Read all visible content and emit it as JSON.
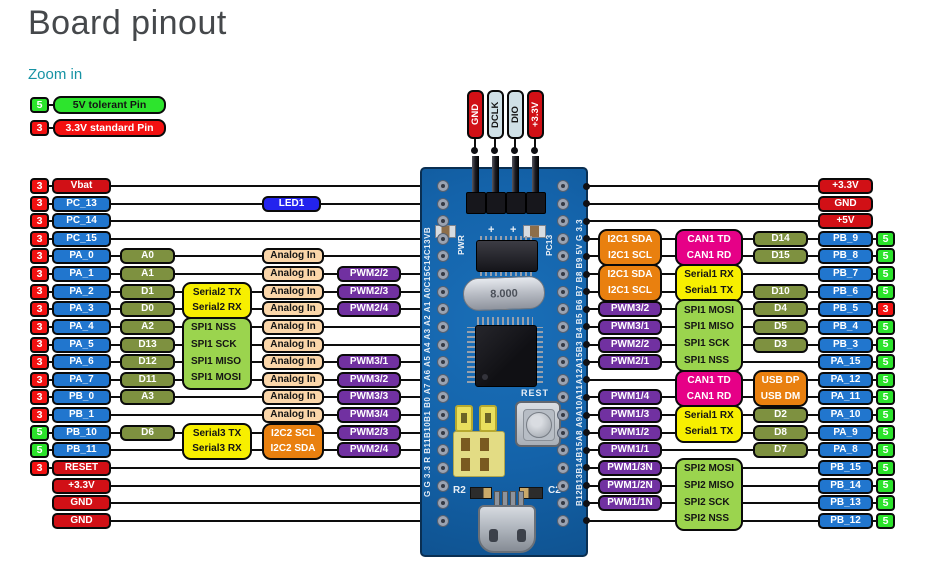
{
  "header": {
    "title": "Board pinout",
    "zoom_link": "Zoom in"
  },
  "legend": [
    {
      "badge": "5",
      "label": "5V tolerant Pin",
      "style": "lgreen",
      "badge_style": "badge-5"
    },
    {
      "badge": "3",
      "label": "3.3V standard Pin",
      "style": "red-bright",
      "badge_style": "badge-3"
    }
  ],
  "top_pins": [
    {
      "label": "GND",
      "style": "red"
    },
    {
      "label": "DCLK",
      "style": "pale"
    },
    {
      "label": "DIO",
      "style": "pale"
    },
    {
      "label": "+3.3V",
      "style": "red"
    }
  ],
  "left_rows": [
    {
      "badge": "3",
      "pin": "Vbat",
      "color": "red"
    },
    {
      "badge": "3",
      "pin": "PC_13",
      "color": "blue"
    },
    {
      "badge": "3",
      "pin": "PC_14",
      "color": "blue"
    },
    {
      "badge": "3",
      "pin": "PC_15",
      "color": "blue"
    },
    {
      "badge": "3",
      "pin": "PA_0",
      "color": "blue"
    },
    {
      "badge": "3",
      "pin": "PA_1",
      "color": "blue"
    },
    {
      "badge": "3",
      "pin": "PA_2",
      "color": "blue"
    },
    {
      "badge": "3",
      "pin": "PA_3",
      "color": "blue"
    },
    {
      "badge": "3",
      "pin": "PA_4",
      "color": "blue"
    },
    {
      "badge": "3",
      "pin": "PA_5",
      "color": "blue"
    },
    {
      "badge": "3",
      "pin": "PA_6",
      "color": "blue"
    },
    {
      "badge": "3",
      "pin": "PA_7",
      "color": "blue"
    },
    {
      "badge": "3",
      "pin": "PB_0",
      "color": "blue"
    },
    {
      "badge": "3",
      "pin": "PB_1",
      "color": "blue"
    },
    {
      "badge": "5",
      "pin": "PB_10",
      "color": "blue"
    },
    {
      "badge": "5",
      "pin": "PB_11",
      "color": "blue"
    },
    {
      "badge": "3",
      "pin": "RESET",
      "color": "red"
    },
    {
      "badge": null,
      "pin": "+3.3V",
      "color": "red"
    },
    {
      "badge": null,
      "pin": "GND",
      "color": "red"
    },
    {
      "badge": null,
      "pin": "GND",
      "color": "red"
    }
  ],
  "right_rows": [
    {
      "pin": "+3.3V",
      "color": "red",
      "badge": null
    },
    {
      "pin": "GND",
      "color": "red",
      "badge": null
    },
    {
      "pin": "+5V",
      "color": "red",
      "badge": null
    },
    {
      "pin": "PB_9",
      "color": "blue",
      "badge": "5"
    },
    {
      "pin": "PB_8",
      "color": "blue",
      "badge": "5"
    },
    {
      "pin": "PB_7",
      "color": "blue",
      "badge": "5"
    },
    {
      "pin": "PB_6",
      "color": "blue",
      "badge": "5"
    },
    {
      "pin": "PB_5",
      "color": "blue",
      "badge": "3"
    },
    {
      "pin": "PB_4",
      "color": "blue",
      "badge": "5"
    },
    {
      "pin": "PB_3",
      "color": "blue",
      "badge": "5"
    },
    {
      "pin": "PA_15",
      "color": "blue",
      "badge": "5"
    },
    {
      "pin": "PA_12",
      "color": "blue",
      "badge": "5"
    },
    {
      "pin": "PA_11",
      "color": "blue",
      "badge": "5"
    },
    {
      "pin": "PA_10",
      "color": "blue",
      "badge": "5"
    },
    {
      "pin": "PA_9",
      "color": "blue",
      "badge": "5"
    },
    {
      "pin": "PA_8",
      "color": "blue",
      "badge": "5"
    },
    {
      "pin": "PB_15",
      "color": "blue",
      "badge": "5"
    },
    {
      "pin": "PB_14",
      "color": "blue",
      "badge": "5"
    },
    {
      "pin": "PB_13",
      "color": "blue",
      "badge": "5"
    },
    {
      "pin": "PB_12",
      "color": "blue",
      "badge": "5"
    }
  ],
  "annotations": [
    {
      "col": "led",
      "row": 1,
      "style": "led",
      "lines": [
        "LED1"
      ]
    },
    {
      "col": "alias",
      "row": 4,
      "style": "olive",
      "lines": [
        "A0"
      ]
    },
    {
      "col": "alias",
      "row": 5,
      "style": "olive",
      "lines": [
        "A1"
      ]
    },
    {
      "col": "alias",
      "row": 6,
      "style": "olive",
      "lines": [
        "D1"
      ]
    },
    {
      "col": "alias",
      "row": 7,
      "style": "olive",
      "lines": [
        "D0"
      ]
    },
    {
      "col": "alias",
      "row": 8,
      "style": "olive",
      "lines": [
        "A2"
      ]
    },
    {
      "col": "alias",
      "row": 9,
      "style": "olive",
      "lines": [
        "D13"
      ]
    },
    {
      "col": "alias",
      "row": 10,
      "style": "olive",
      "lines": [
        "D12"
      ]
    },
    {
      "col": "alias",
      "row": 11,
      "style": "olive",
      "lines": [
        "D11"
      ]
    },
    {
      "col": "alias",
      "row": 12,
      "style": "olive",
      "lines": [
        "A3"
      ]
    },
    {
      "col": "alias",
      "row": 14,
      "style": "olive",
      "lines": [
        "D6"
      ]
    },
    {
      "col": "func",
      "row": 6,
      "style": "yellow",
      "lines": [
        "Serial2 TX",
        "Serial2 RX"
      ]
    },
    {
      "col": "func",
      "row": 8,
      "style": "green",
      "lines": [
        "SPI1 NSS",
        "SPI1 SCK",
        "SPI1 MISO",
        "SPI1 MOSI"
      ]
    },
    {
      "col": "func",
      "row": 14,
      "style": "yellow",
      "lines": [
        "Serial3 TX",
        "Serial3 RX"
      ]
    },
    {
      "col": "analog",
      "row": 4,
      "style": "peach",
      "lines": [
        "Analog In"
      ]
    },
    {
      "col": "analog",
      "row": 5,
      "style": "peach",
      "lines": [
        "Analog In"
      ]
    },
    {
      "col": "analog",
      "row": 6,
      "style": "peach",
      "lines": [
        "Analog In"
      ]
    },
    {
      "col": "analog",
      "row": 7,
      "style": "peach",
      "lines": [
        "Analog In"
      ]
    },
    {
      "col": "analog",
      "row": 8,
      "style": "peach",
      "lines": [
        "Analog In"
      ]
    },
    {
      "col": "analog",
      "row": 9,
      "style": "peach",
      "lines": [
        "Analog In"
      ]
    },
    {
      "col": "analog",
      "row": 10,
      "style": "peach",
      "lines": [
        "Analog In"
      ]
    },
    {
      "col": "analog",
      "row": 11,
      "style": "peach",
      "lines": [
        "Analog In"
      ]
    },
    {
      "col": "analog",
      "row": 12,
      "style": "peach",
      "lines": [
        "Analog In"
      ]
    },
    {
      "col": "analog",
      "row": 13,
      "style": "peach",
      "lines": [
        "Analog In"
      ]
    },
    {
      "col": "analog",
      "row": 14,
      "style": "orange",
      "lines": [
        "I2C2 SCL",
        "I2C2 SDA"
      ]
    },
    {
      "col": "pwm",
      "row": 5,
      "style": "purple",
      "lines": [
        "PWM2/2"
      ]
    },
    {
      "col": "pwm",
      "row": 6,
      "style": "purple",
      "lines": [
        "PWM2/3"
      ]
    },
    {
      "col": "pwm",
      "row": 7,
      "style": "purple",
      "lines": [
        "PWM2/4"
      ]
    },
    {
      "col": "pwm",
      "row": 10,
      "style": "purple",
      "lines": [
        "PWM3/1"
      ]
    },
    {
      "col": "pwm",
      "row": 11,
      "style": "purple",
      "lines": [
        "PWM3/2"
      ]
    },
    {
      "col": "pwm",
      "row": 12,
      "style": "purple",
      "lines": [
        "PWM3/3"
      ]
    },
    {
      "col": "pwm",
      "row": 13,
      "style": "purple",
      "lines": [
        "PWM3/4"
      ]
    },
    {
      "col": "pwm",
      "row": 14,
      "style": "purple",
      "lines": [
        "PWM2/3"
      ]
    },
    {
      "col": "pwm",
      "row": 15,
      "style": "purple",
      "lines": [
        "PWM2/4"
      ]
    },
    {
      "col": "rcol1",
      "row": 3,
      "style": "orange",
      "lines": [
        "I2C1 SDA",
        "I2C1 SCL"
      ]
    },
    {
      "col": "rcol1",
      "row": 5,
      "style": "orange",
      "lines": [
        "I2C1 SDA",
        "I2C1 SCL"
      ]
    },
    {
      "col": "rcol1",
      "row": 7,
      "style": "purple",
      "lines": [
        "PWM3/2"
      ]
    },
    {
      "col": "rcol1",
      "row": 8,
      "style": "purple",
      "lines": [
        "PWM3/1"
      ]
    },
    {
      "col": "rcol1",
      "row": 9,
      "style": "purple",
      "lines": [
        "PWM2/2"
      ]
    },
    {
      "col": "rcol1",
      "row": 10,
      "style": "purple",
      "lines": [
        "PWM2/1"
      ]
    },
    {
      "col": "rcol1",
      "row": 12,
      "style": "purple",
      "lines": [
        "PWM1/4"
      ]
    },
    {
      "col": "rcol1",
      "row": 13,
      "style": "purple",
      "lines": [
        "PWM1/3"
      ]
    },
    {
      "col": "rcol1",
      "row": 14,
      "style": "purple",
      "lines": [
        "PWM1/2"
      ]
    },
    {
      "col": "rcol1",
      "row": 15,
      "style": "purple",
      "lines": [
        "PWM1/1"
      ]
    },
    {
      "col": "rcol1",
      "row": 16,
      "style": "purple",
      "lines": [
        "PWM1/3N"
      ]
    },
    {
      "col": "rcol1",
      "row": 17,
      "style": "purple",
      "lines": [
        "PWM1/2N"
      ]
    },
    {
      "col": "rcol1",
      "row": 18,
      "style": "purple",
      "lines": [
        "PWM1/1N"
      ]
    },
    {
      "col": "rcol2",
      "row": 3,
      "style": "magenta",
      "lines": [
        "CAN1 TD",
        "CAN1 RD"
      ]
    },
    {
      "col": "rcol2",
      "row": 5,
      "style": "yellow",
      "lines": [
        "Serial1 RX",
        "Serial1 TX"
      ]
    },
    {
      "col": "rcol2",
      "row": 7,
      "style": "green",
      "lines": [
        "SPI1 MOSI",
        "SPI1 MISO",
        "SPI1 SCK",
        "SPI1 NSS"
      ]
    },
    {
      "col": "rcol2",
      "row": 11,
      "style": "magenta",
      "lines": [
        "CAN1 TD",
        "CAN1 RD"
      ]
    },
    {
      "col": "rcol2",
      "row": 13,
      "style": "yellow",
      "lines": [
        "Serial1 RX",
        "Serial1 TX"
      ]
    },
    {
      "col": "rcol2",
      "row": 16,
      "style": "green",
      "lines": [
        "SPI2 MOSI",
        "SPI2 MISO",
        "SPI2 SCK",
        "SPI2 NSS"
      ]
    },
    {
      "col": "rcol3",
      "row": 3,
      "style": "olive",
      "lines": [
        "D14"
      ]
    },
    {
      "col": "rcol3",
      "row": 4,
      "style": "olive",
      "lines": [
        "D15"
      ]
    },
    {
      "col": "rcol3",
      "row": 6,
      "style": "olive",
      "lines": [
        "D10"
      ]
    },
    {
      "col": "rcol3",
      "row": 7,
      "style": "olive",
      "lines": [
        "D4"
      ]
    },
    {
      "col": "rcol3",
      "row": 8,
      "style": "olive",
      "lines": [
        "D5"
      ]
    },
    {
      "col": "rcol3",
      "row": 9,
      "style": "olive",
      "lines": [
        "D3"
      ]
    },
    {
      "col": "rcol3",
      "row": 11,
      "style": "orange",
      "lines": [
        "USB DP",
        "USB DM"
      ]
    },
    {
      "col": "rcol3",
      "row": 13,
      "style": "olive",
      "lines": [
        "D2"
      ]
    },
    {
      "col": "rcol3",
      "row": 14,
      "style": "olive",
      "lines": [
        "D8"
      ]
    },
    {
      "col": "rcol3",
      "row": 15,
      "style": "olive",
      "lines": [
        "D7"
      ]
    }
  ],
  "board": {
    "silk_left": "G G 3.3 R B11B10B1 B0 A7 A6 A5 A4 A3 A2 A1 A0C15C14C13VB",
    "silk_right": "B12B13B14B15A8 A9A10A11A12A15B3 B4 B5 B6 B7 B8 B9 5V G 3.3",
    "label_pwr": "PWR",
    "label_pc13": "PC13",
    "crystal": "8.000",
    "reset_label": "REST",
    "label_r2": "R2",
    "label_c2": "C2"
  },
  "colors": {
    "pin_blue": "#2176ce",
    "power_red": "#d11016",
    "badge_green": "#2be32b",
    "badge_red": "#f21111",
    "olive": "#7e9140",
    "yellow": "#f7ef00",
    "spi_green": "#9bd44e",
    "purple": "#7131a1",
    "analog_peach": "#fbd6a9",
    "i2c_orange": "#e9800f",
    "can_magenta": "#e60087",
    "led_blue": "#2323ee",
    "board_blue": "#1463aa",
    "link_teal": "#1793a4",
    "title_gray": "#45484b"
  }
}
